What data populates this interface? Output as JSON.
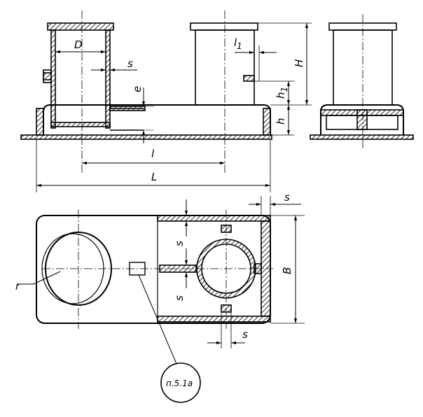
{
  "labels": {
    "D": "D",
    "s_top": "s",
    "l1": "l",
    "l1_sub": "1",
    "H": "H",
    "h1": "h",
    "h1_sub": "1",
    "h": "h",
    "e": "e",
    "l": "l",
    "L": "L",
    "s_plan_top": "s",
    "s_plan_left1": "s",
    "s_plan_left2": "s",
    "B": "B",
    "r": "r",
    "s_bottom": "s",
    "note": "п.5.1а"
  },
  "colors": {
    "line": "#000000",
    "background": "#ffffff"
  }
}
